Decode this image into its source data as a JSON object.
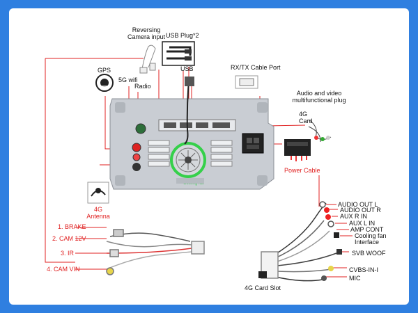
{
  "top_labels": {
    "reversing_line1": "Reversing",
    "reversing_line2": "Camera input",
    "usb_plug": "USB Plug*2",
    "usb": "USB",
    "rxtx": "RX/TX Cable Port",
    "gps": "GPS",
    "wifi": "5G wifi",
    "radio": "Radio",
    "av_line1": "Audio and video",
    "av_line2": "multifunctional plug",
    "card_line1": "4G",
    "card_line2": "Card",
    "power_cable": "Power Cable",
    "antenna_line1": "4G",
    "antenna_line2": "Antenna",
    "card_slot": "4G Card Slot"
  },
  "left_harness": [
    "1. BRAKE",
    "2. CAM 12V",
    "3. IR",
    "4. CAM VIN"
  ],
  "right_harness": [
    "AUDIO OUT L",
    "AUDIO OUT R",
    "AUX R IN",
    "AUX L IN",
    "AMP CONT",
    "Cooling fan",
    "Interface",
    "SVB WOOF",
    "CVBS-IN-I",
    "MIC"
  ],
  "colors": {
    "accent": "#e02020",
    "frame": "#2f7fe0",
    "fan_ring": "#35d04a"
  }
}
